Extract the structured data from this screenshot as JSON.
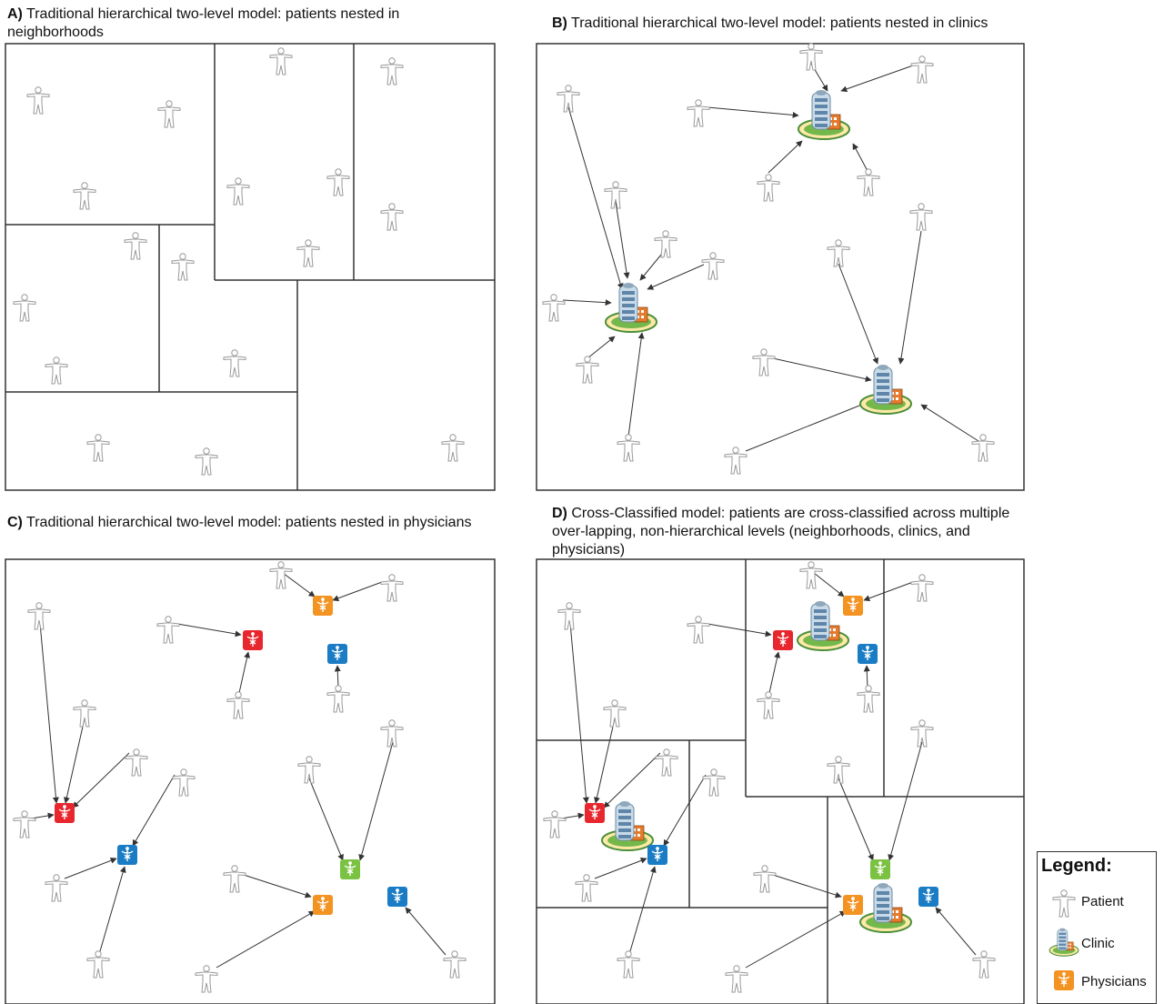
{
  "panels": [
    {
      "letter": "A)",
      "text": " Traditional hierarchical two-level model: patients nested in neighborhoods"
    },
    {
      "letter": "B)",
      "text": " Traditional hierarchical two-level model: patients nested in clinics"
    },
    {
      "letter": "C)",
      "text": " Traditional hierarchical two-level model: patients nested in physicians"
    },
    {
      "letter": "D)",
      "text": " Cross-Classified model: patients are cross-classified across multiple over-lapping, non-hierarchical levels (neighborhoods, clinics, and physicians)"
    }
  ],
  "legend": {
    "title": "Legend:",
    "items": [
      {
        "label": "Patient",
        "icon": "patient-icon"
      },
      {
        "label": "Clinic",
        "icon": "clinic-icon"
      },
      {
        "label": "Physicians",
        "icon": "physician-icon"
      }
    ]
  },
  "colors": {
    "physician_red": "#e8262e",
    "physician_orange": "#f39322",
    "physician_blue": "#1a7cc4",
    "physician_green": "#7cc242",
    "patient_outline": "#9a9a9a",
    "border": "#333333"
  }
}
